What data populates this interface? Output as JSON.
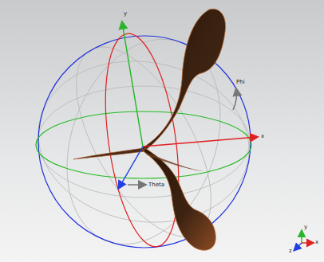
{
  "diagram": {
    "labels": [
      "y",
      "x",
      "Phi",
      "Theta",
      "y",
      "x",
      "z"
    ]
  }
}
